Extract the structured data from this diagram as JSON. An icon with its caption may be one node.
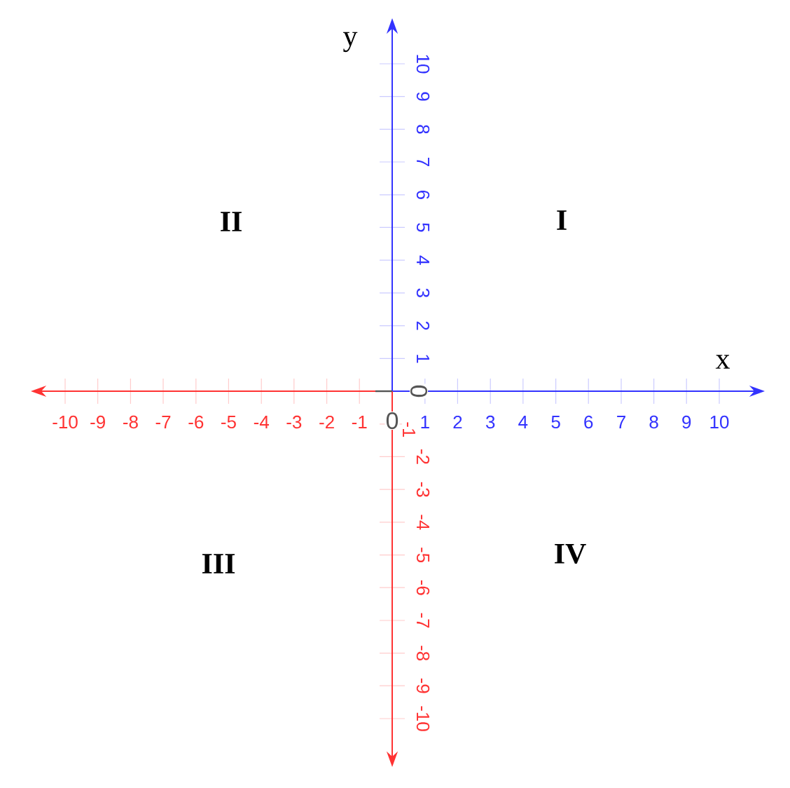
{
  "diagram": {
    "labels": [
      "y",
      "II",
      "I",
      "x",
      "III",
      "IV",
      "-10",
      "-9",
      "-8",
      "-7",
      "-6",
      "-5",
      "-4",
      "-3",
      "-2",
      "-1",
      "0",
      "1",
      "2",
      "3",
      "4",
      "5",
      "6",
      "7",
      "8",
      "9",
      "10",
      "10",
      "9",
      "8",
      "7",
      "6",
      "5",
      "4",
      "3",
      "2",
      "1",
      "0",
      "-1",
      "-2",
      "-3",
      "-4",
      "-5",
      "-6",
      "-7",
      "-8",
      "-9",
      "-10"
    ]
  }
}
